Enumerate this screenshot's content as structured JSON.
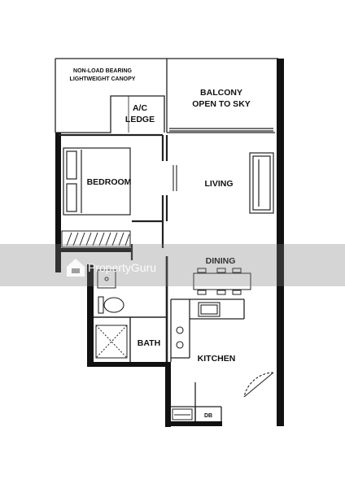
{
  "rooms": {
    "canopy_line1": "NON-LOAD BEARING",
    "canopy_line2": "LIGHTWEIGHT CANOPY",
    "balcony_line1": "BALCONY",
    "balcony_line2": "OPEN TO SKY",
    "ac_line1": "A/C",
    "ac_line2": "LEDGE",
    "bedroom": "BEDROOM",
    "living": "LIVING",
    "dining": "DINING",
    "bath": "BATH",
    "kitchen": "KITCHEN",
    "db": "DB"
  },
  "watermark": {
    "text": "PropertyGuru"
  },
  "colors": {
    "wall": "#111111",
    "line": "#222222",
    "watermark_band": "#7d7d7d"
  }
}
